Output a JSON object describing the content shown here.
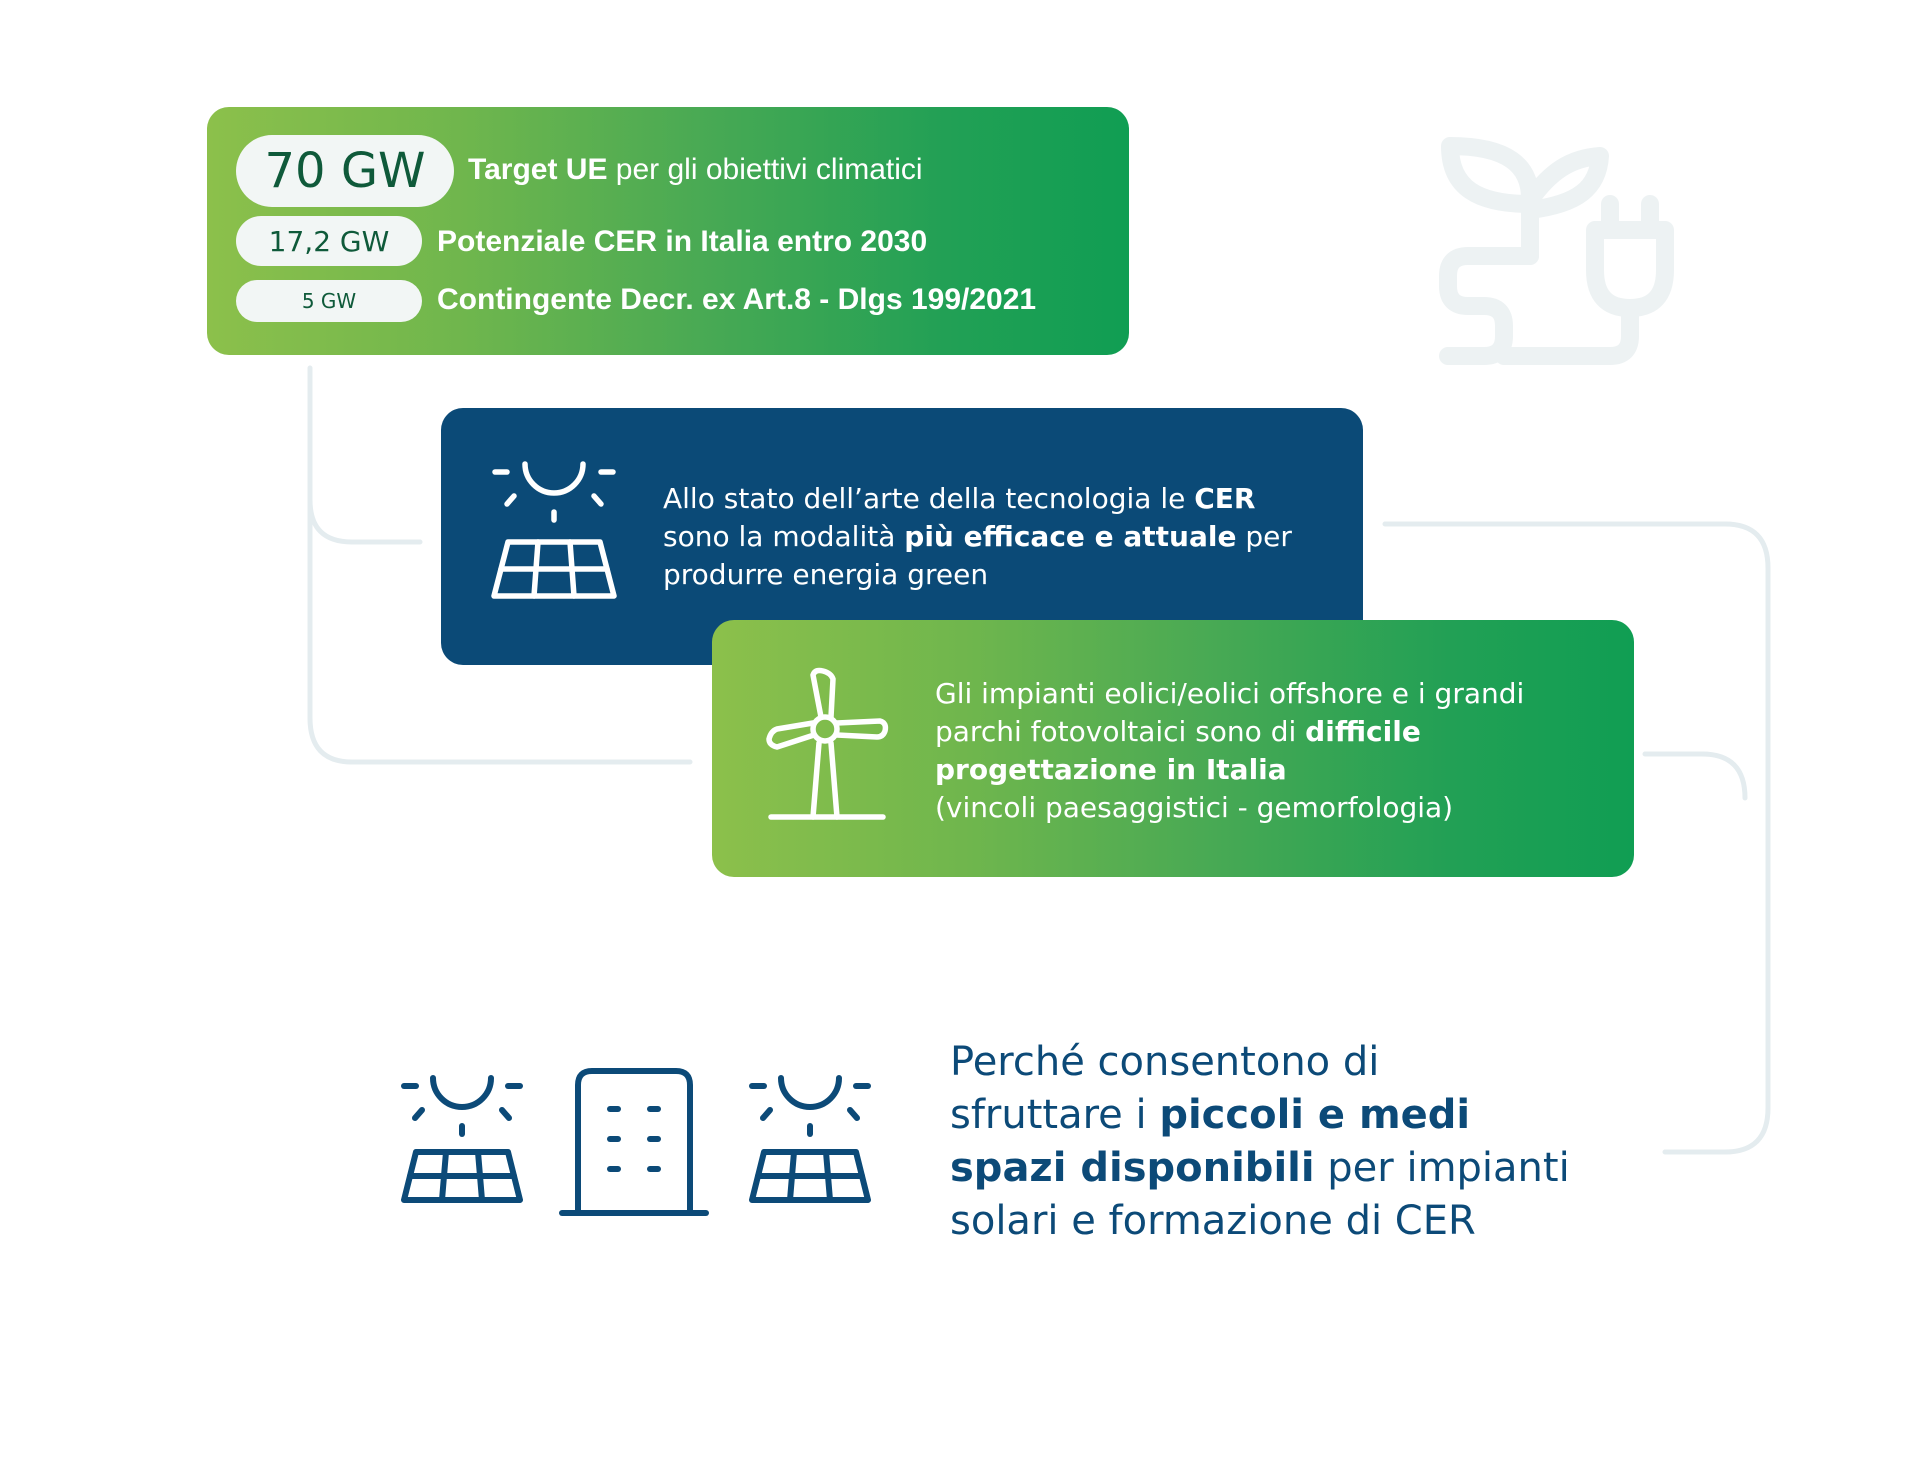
{
  "stats": [
    {
      "value": "70 GW",
      "bold": "Target UE",
      "rest": " per gli obiettivi climatici"
    },
    {
      "value": "17,2 GW",
      "bold": "Potenziale CER in Italia entro 2030",
      "rest": ""
    },
    {
      "value": "5 GW",
      "bold": "Contingente Decr. ex Art.8 - Dlgs 199/2021",
      "rest": ""
    }
  ],
  "card_blue": {
    "line1_a": "Allo stato dell’arte della tecnologia le ",
    "line1_b": "CER",
    "line2_a": "sono la modalità ",
    "line2_b": "più efficace e attuale",
    "line2_c": " per",
    "line3": "produrre energia green",
    "icon": "solar-panel-icon"
  },
  "card_green": {
    "line1": "Gli impianti eolici/eolici offshore e i grandi",
    "line2_a": "parchi fotovoltaici sono di ",
    "line2_b": "difficile",
    "line3": "progettazione in Italia",
    "line4": "(vincoli paesaggistici - gemorfologia)",
    "icon": "wind-turbine-icon"
  },
  "bottom": {
    "line1": "Perché consentono di",
    "line2_a": "sfruttare i ",
    "line2_b": "piccoli e medi",
    "line3_a": "spazi disponibili",
    "line3_b": " per impianti",
    "line4": "solari e formazione di CER"
  },
  "colors": {
    "green_start": "#8cc04b",
    "green_end": "#109e53",
    "navy": "#0b4a77",
    "icon_navy": "#0c4a78",
    "connector": "#e4ecef",
    "pill_text": "#0f5a3a"
  },
  "icons": [
    "plant-plug-icon",
    "solar-panel-icon",
    "building-icon",
    "solar-panel-icon",
    "wind-turbine-icon"
  ]
}
